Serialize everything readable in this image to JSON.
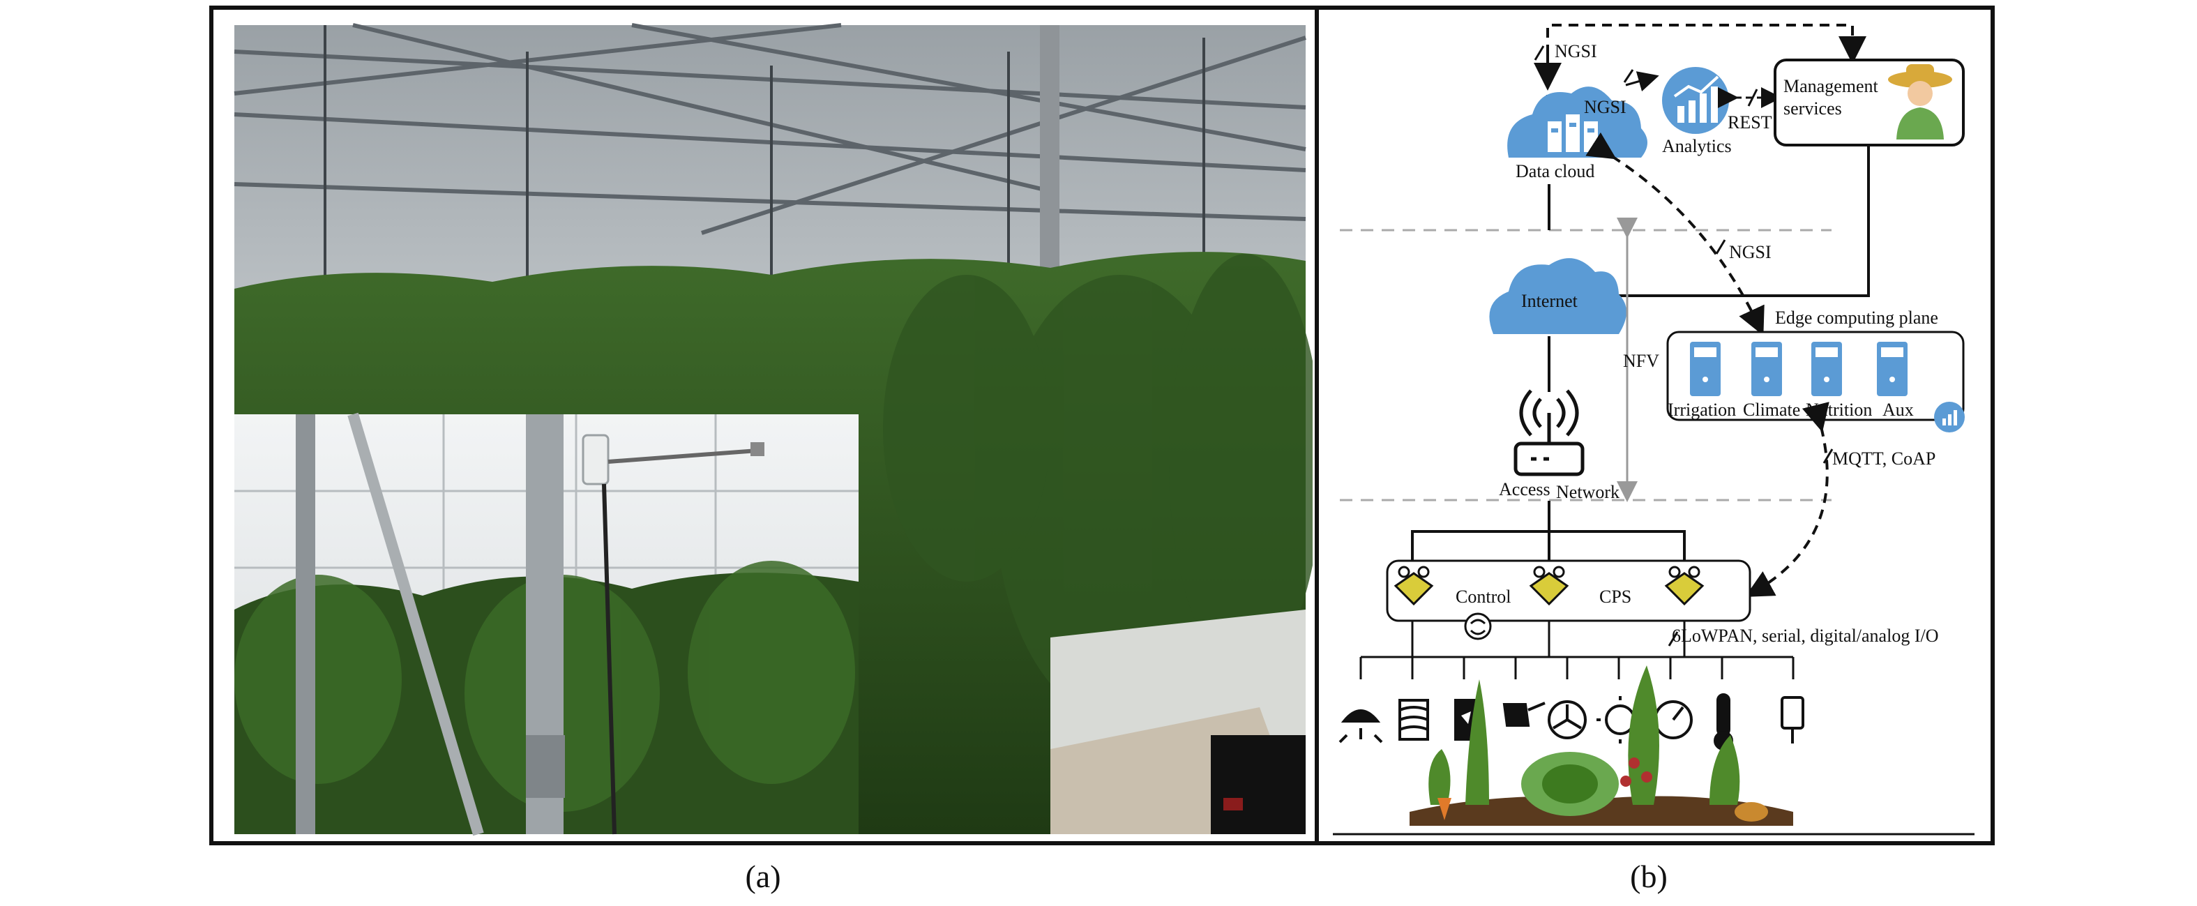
{
  "panels": {
    "a": {
      "caption": "(a)"
    },
    "b": {
      "caption": "(b)"
    }
  },
  "diagram": {
    "nodes": {
      "data_cloud": "Data cloud",
      "analytics": "Analytics",
      "management": [
        "Management",
        "services"
      ],
      "internet": "Internet",
      "access_network": [
        "Access",
        "Network"
      ],
      "edge_plane": "Edge computing plane",
      "nfv": "NFV",
      "control": "Control",
      "cps": "CPS"
    },
    "servers": [
      "Irrigation",
      "Climate",
      "Nutrition",
      "Aux"
    ],
    "protocols": {
      "ngsi_top": "NGSI",
      "ngsi_analytics": "NGSI",
      "rest": "REST",
      "ngsi_edge": "NGSI",
      "mqtt": "MQTT, CoAP",
      "field_bus": "6LoWPAN, serial, digital/analog I/O"
    },
    "field_devices": [
      "lamp-icon",
      "window-icon",
      "nutrient-doser-icon",
      "watering-can-icon",
      "fan-icon",
      "heater-icon",
      "gauge-icon",
      "thermometer-icon",
      "ph-meter-icon"
    ],
    "colors": {
      "cloud": "#5b9bd5",
      "server": "#5b9bd5",
      "sensor": "#d9cc3a",
      "leaf": "#4f8a2b"
    }
  }
}
